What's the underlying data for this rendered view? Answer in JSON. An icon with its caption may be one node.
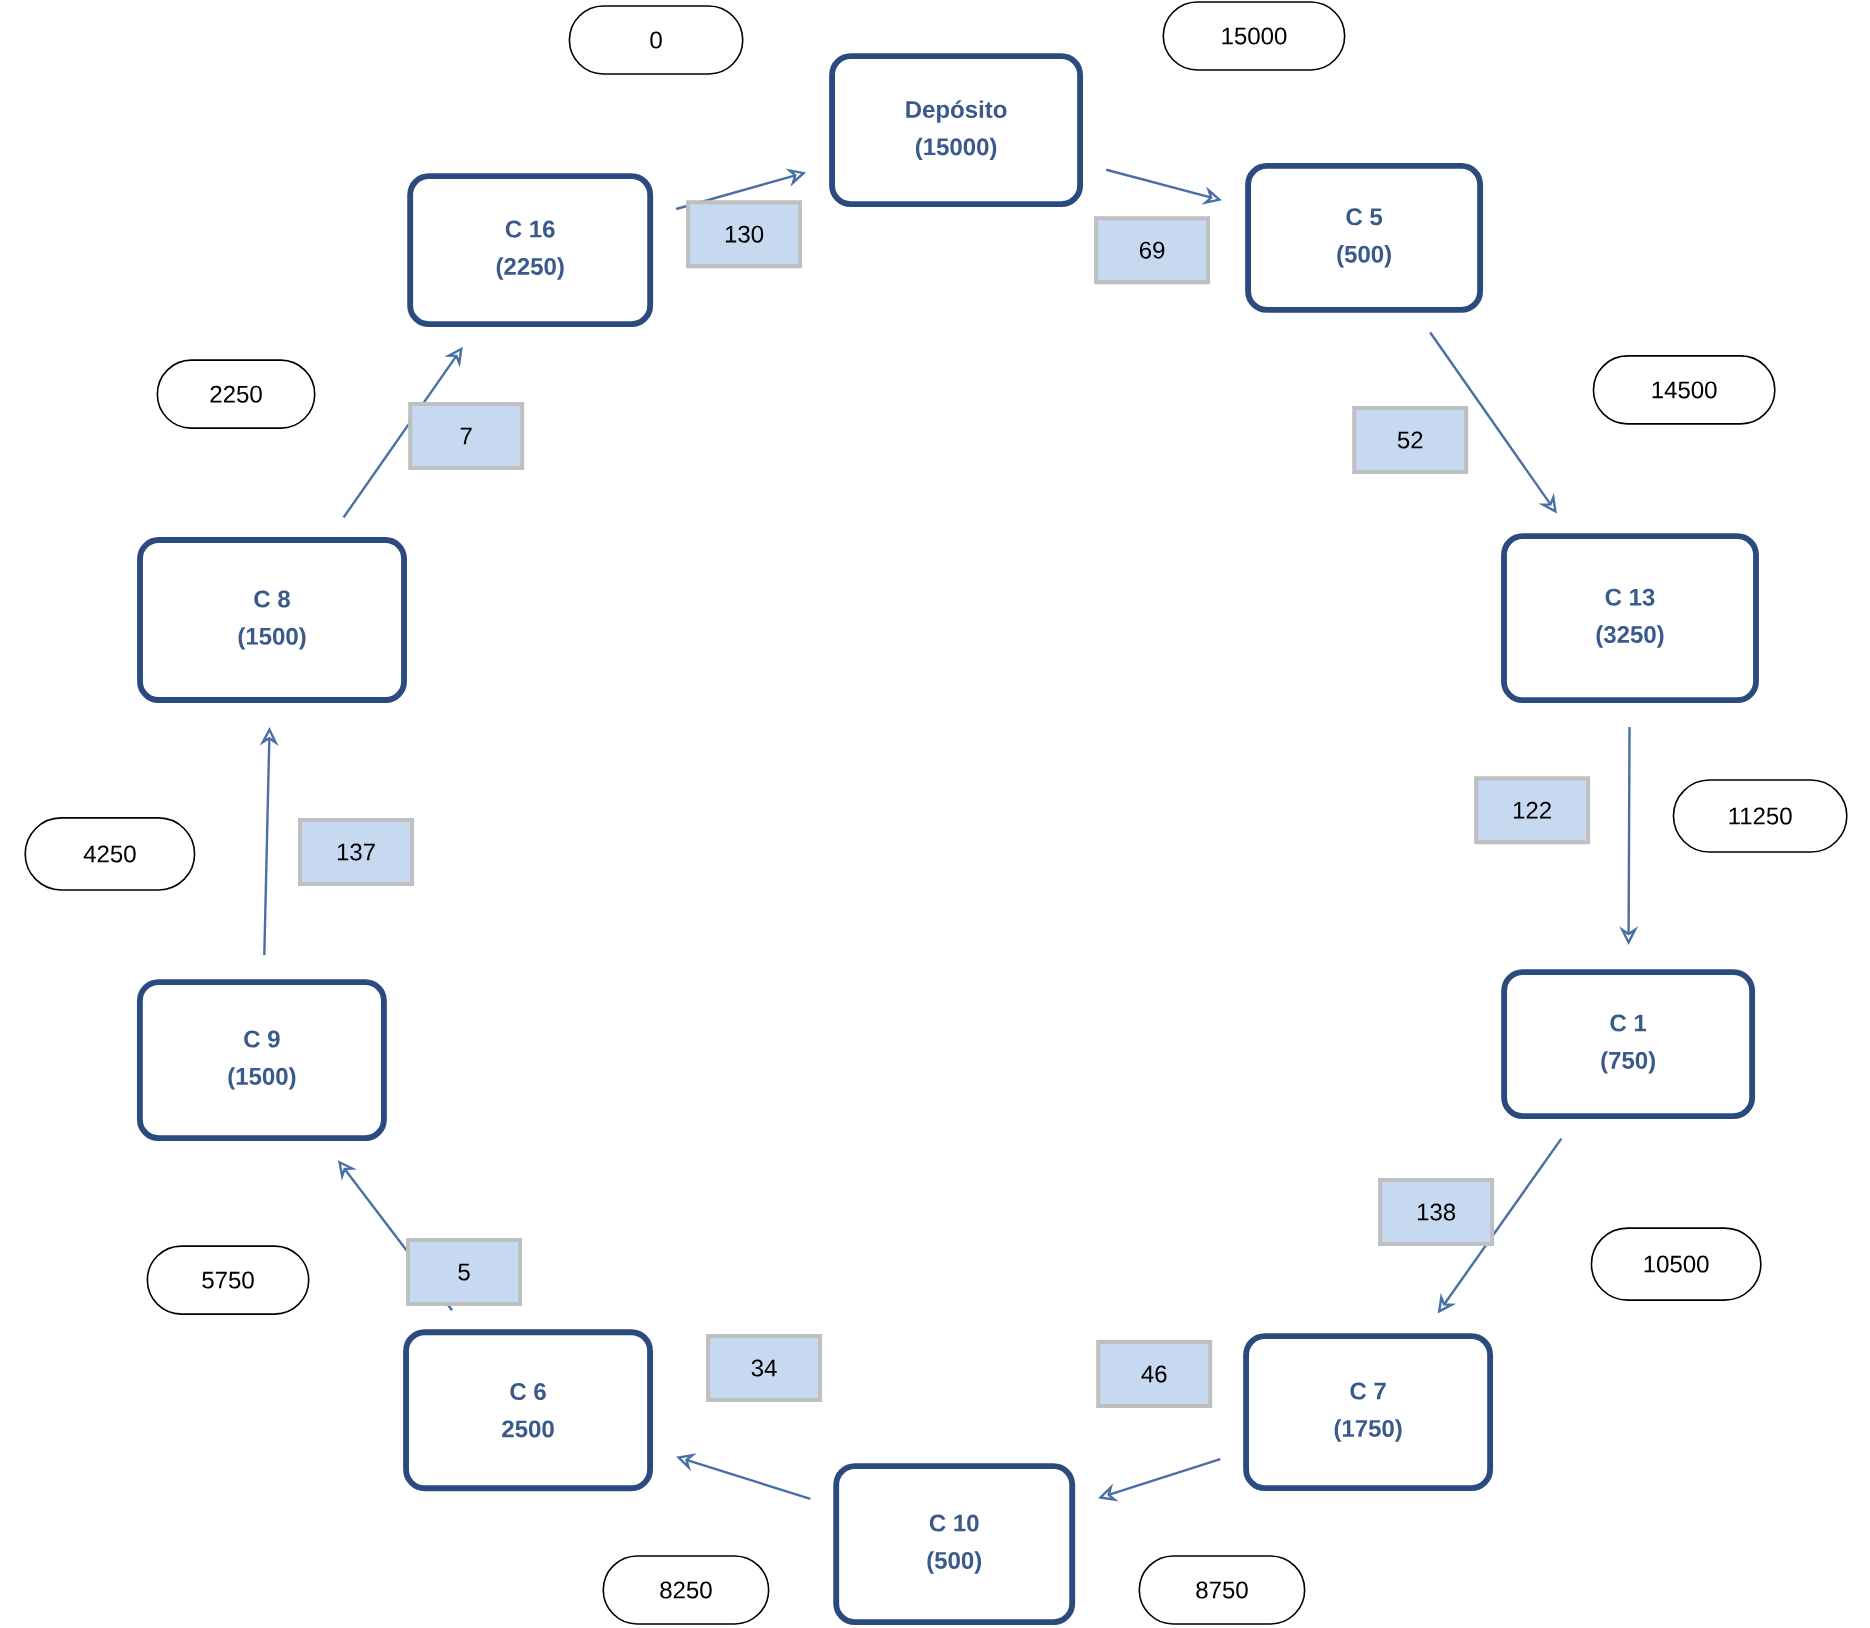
{
  "diagram": {
    "nodes": [
      {
        "text": [
          "Depósito",
          "(15000)"
        ]
      },
      {
        "text": [
          "C 5",
          "(500)"
        ]
      },
      {
        "text": [
          "C 13",
          "(3250)"
        ]
      },
      {
        "text": [
          "C 1",
          "(750)"
        ]
      },
      {
        "text": [
          "C 7",
          "(1750)"
        ]
      },
      {
        "text": [
          "C 10",
          "(500)"
        ]
      },
      {
        "text": [
          "C 6",
          "2500"
        ]
      },
      {
        "text": [
          "C 9",
          "(1500)"
        ]
      },
      {
        "text": [
          "C 8",
          "(1500)"
        ]
      },
      {
        "text": [
          "C 16",
          "(2250)"
        ]
      },
      {
        "text": [
          "0"
        ]
      },
      {
        "text": [
          "15000"
        ]
      },
      {
        "text": [
          "14500"
        ]
      },
      {
        "text": [
          "11250"
        ]
      },
      {
        "text": [
          "10500"
        ]
      },
      {
        "text": [
          "8750"
        ]
      },
      {
        "text": [
          "8250"
        ]
      },
      {
        "text": [
          "5750"
        ]
      },
      {
        "text": [
          "4250"
        ]
      },
      {
        "text": [
          "2250"
        ]
      }
    ],
    "edges": [
      {
        "from": 0,
        "to": 1,
        "arrow": "to",
        "label": "69"
      },
      {
        "from": 1,
        "to": 2,
        "arrow": "to",
        "label": "52"
      },
      {
        "from": 2,
        "to": 3,
        "arrow": "to",
        "label": "122"
      },
      {
        "from": 3,
        "to": 4,
        "arrow": "to",
        "label": "138"
      },
      {
        "from": 4,
        "to": 5,
        "arrow": "to",
        "label": "46"
      },
      {
        "from": 5,
        "to": 6,
        "arrow": "to",
        "label": "34"
      },
      {
        "from": 6,
        "to": 7,
        "arrow": "to",
        "label": "5"
      },
      {
        "from": 7,
        "to": 8,
        "arrow": "to",
        "label": "137"
      },
      {
        "from": 8,
        "to": 9,
        "arrow": "to",
        "label": "7"
      },
      {
        "from": 9,
        "to": 0,
        "arrow": "to",
        "label": "130"
      }
    ]
  }
}
